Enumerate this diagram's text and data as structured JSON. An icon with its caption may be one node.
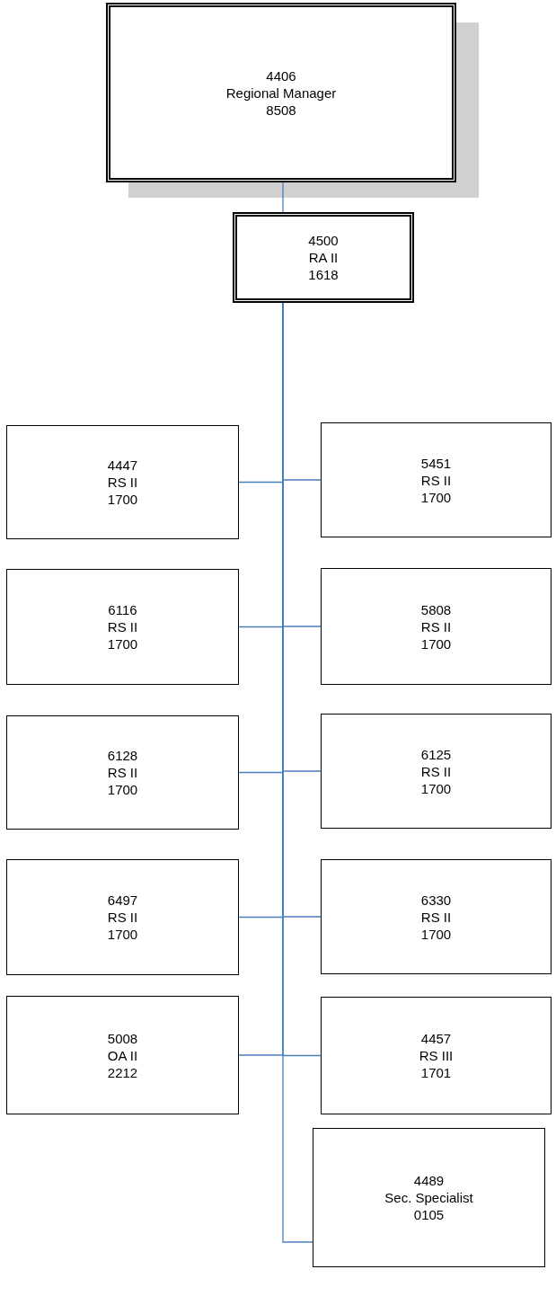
{
  "diagram": {
    "nodes": [
      {
        "text": [
          "4406",
          "Regional Manager",
          "8508"
        ]
      },
      {
        "text": [
          "4500",
          "RA II",
          "1618"
        ]
      },
      {
        "text": [
          "4447",
          "RS II",
          "1700"
        ]
      },
      {
        "text": [
          "5451",
          "RS II",
          "1700"
        ]
      },
      {
        "text": [
          "6116",
          "RS II",
          "1700"
        ]
      },
      {
        "text": [
          "5808",
          "RS II",
          "1700"
        ]
      },
      {
        "text": [
          "6128",
          "RS II",
          "1700"
        ]
      },
      {
        "text": [
          "6125",
          "RS II",
          "1700"
        ]
      },
      {
        "text": [
          "6497",
          "RS II",
          "1700"
        ]
      },
      {
        "text": [
          "6330",
          "RS II",
          "1700"
        ]
      },
      {
        "text": [
          "5008",
          "OA II",
          "2212"
        ]
      },
      {
        "text": [
          "4457",
          "RS III",
          "1701"
        ]
      },
      {
        "text": [
          "4489",
          "Sec. Specialist",
          "0105"
        ]
      }
    ],
    "edges": [
      {
        "from": 0,
        "to": 1,
        "arrow": "none"
      },
      {
        "from": 1,
        "to": 2,
        "arrow": "none"
      },
      {
        "from": 1,
        "to": 3,
        "arrow": "none"
      },
      {
        "from": 1,
        "to": 4,
        "arrow": "none"
      },
      {
        "from": 1,
        "to": 5,
        "arrow": "none"
      },
      {
        "from": 1,
        "to": 6,
        "arrow": "none"
      },
      {
        "from": 1,
        "to": 7,
        "arrow": "none"
      },
      {
        "from": 1,
        "to": 8,
        "arrow": "none"
      },
      {
        "from": 1,
        "to": 9,
        "arrow": "none"
      },
      {
        "from": 1,
        "to": 10,
        "arrow": "none"
      },
      {
        "from": 1,
        "to": 11,
        "arrow": "none"
      },
      {
        "from": 1,
        "to": 12,
        "arrow": "none"
      }
    ]
  }
}
